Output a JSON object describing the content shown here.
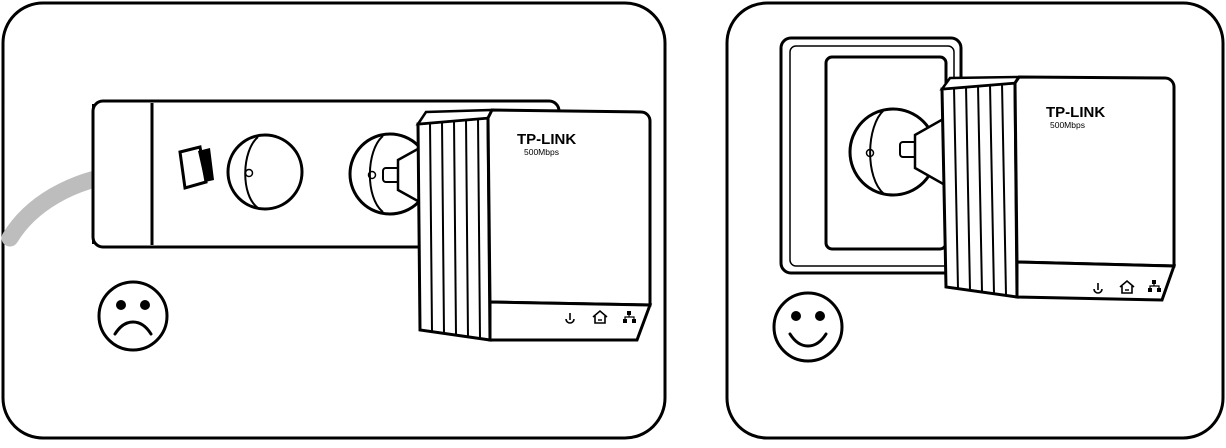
{
  "panels": [
    {
      "id": "incorrect",
      "device": {
        "brand": "TP-LINK",
        "speed": "500Mbps"
      },
      "emoji": "sad",
      "plugged_into": "power strip"
    },
    {
      "id": "correct",
      "device": {
        "brand": "TP-LINK",
        "speed": "500Mbps"
      },
      "emoji": "happy",
      "plugged_into": "wall socket"
    }
  ],
  "colors": {
    "line": "#000000",
    "cable": "#bdbdbd",
    "background": "#ffffff"
  },
  "icons": [
    "power-icon",
    "home-network-icon",
    "ethernet-icon"
  ]
}
